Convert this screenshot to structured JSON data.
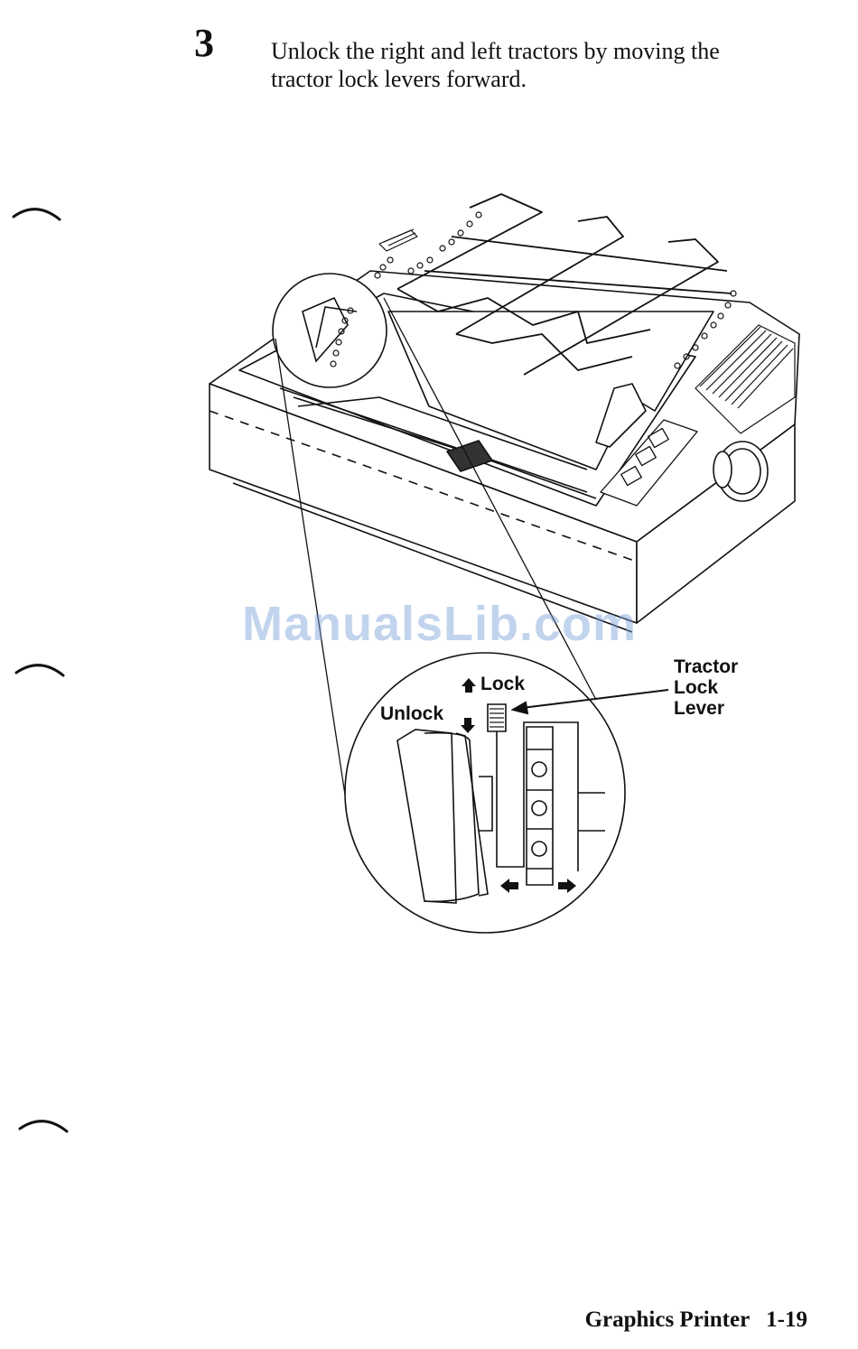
{
  "step": {
    "number": "3"
  },
  "instruction": {
    "line1": "Unlock the right and left tractors by moving the",
    "line2": "tractor lock levers forward."
  },
  "figure": {
    "labels": {
      "lock": "Lock",
      "unlock": "Unlock",
      "tractor": "Tractor",
      "lock_word": "Lock",
      "lever": "Lever"
    },
    "icons": [
      "printer-illustration",
      "magnified-tractor-detail",
      "up-arrow-icon",
      "down-arrow-icon",
      "left-arrow-icon",
      "right-arrow-icon"
    ]
  },
  "watermark": "ManualsLib.com",
  "footer": {
    "title": "Graphics Printer",
    "page": "1-19"
  }
}
